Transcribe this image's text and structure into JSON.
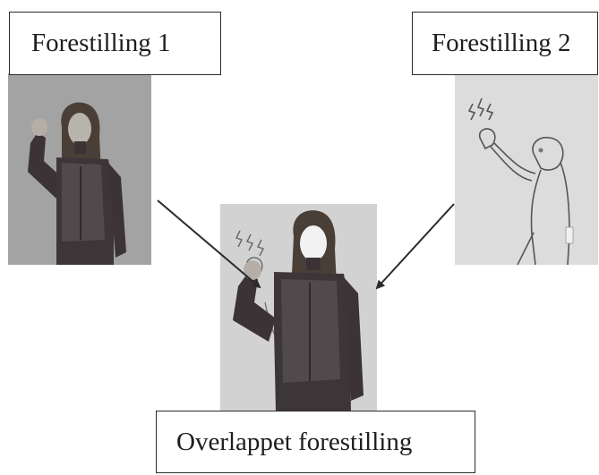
{
  "labels": {
    "representation_1": "Forestilling 1",
    "representation_2": "Forestilling 2",
    "overlapped": "Overlappet forestilling"
  },
  "colors": {
    "box_border": "#2a2a2a",
    "arrow": "#2b2b2b",
    "photo_background": "#a3a3a3",
    "sketch_background": "#dcdcdc",
    "blend_background": "#d2d2d2"
  }
}
